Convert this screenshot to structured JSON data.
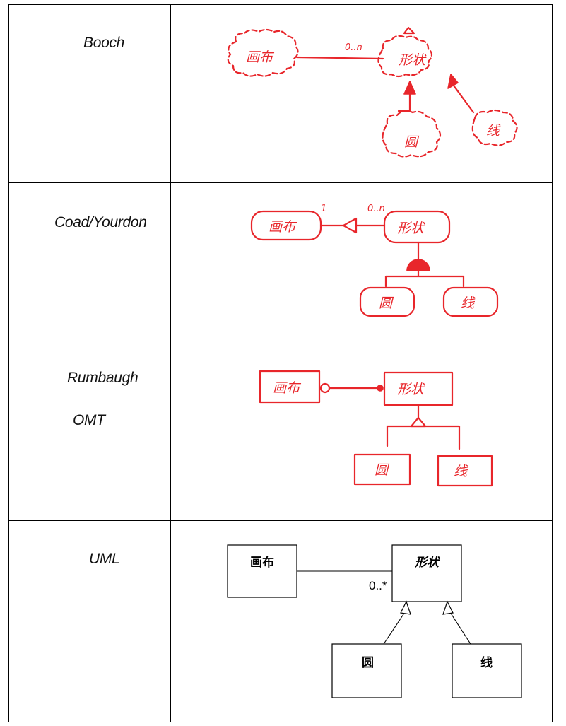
{
  "rows": [
    {
      "notation": "Booch",
      "labels": {
        "canvas": "画布",
        "shape": "形状",
        "circle": "圆",
        "line": "线",
        "multiplicity": "0..n"
      }
    },
    {
      "notation": "Coad/Yourdon",
      "labels": {
        "canvas": "画布",
        "shape": "形状",
        "circle": "圆",
        "line": "线",
        "multiplicity": "0..n",
        "one": "1"
      }
    },
    {
      "notation_line1": "Rumbaugh",
      "notation_line2": "OMT",
      "labels": {
        "canvas": "画布",
        "shape": "形状",
        "circle": "圆",
        "line": "线"
      }
    },
    {
      "notation": "UML",
      "labels": {
        "canvas": "画布",
        "shape": "形状",
        "circle": "圆",
        "line": "线",
        "multiplicity": "0..*"
      }
    }
  ],
  "colors": {
    "sketch": "#e8262b",
    "ink": "#000000"
  }
}
